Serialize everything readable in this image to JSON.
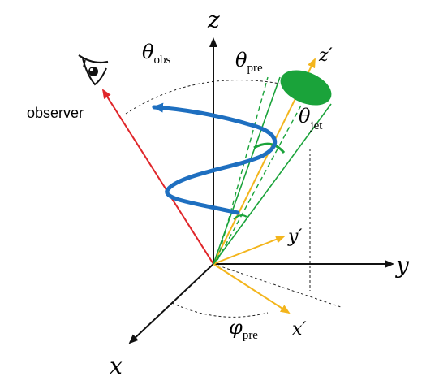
{
  "axes": {
    "x": "x",
    "y": "y",
    "z": "z",
    "x_prime": "x′",
    "y_prime": "y′",
    "z_prime": "z′"
  },
  "angles": {
    "theta_obs": {
      "symbol": "θ",
      "sub": "obs"
    },
    "theta_pre": {
      "symbol": "θ",
      "sub": "pre"
    },
    "theta_jet": {
      "symbol": "θ",
      "sub": "jet"
    },
    "phi_pre": {
      "symbol": "φ",
      "sub": "pre"
    }
  },
  "observer_label": "observer",
  "icons": [
    "eye-icon"
  ],
  "colors": {
    "axes": "#111111",
    "observer_line": "#e0262a",
    "precession_axes": "#f3b51c",
    "jet": "#1aa33a",
    "helix": "#1e6fc0",
    "dashed": "#222222"
  }
}
